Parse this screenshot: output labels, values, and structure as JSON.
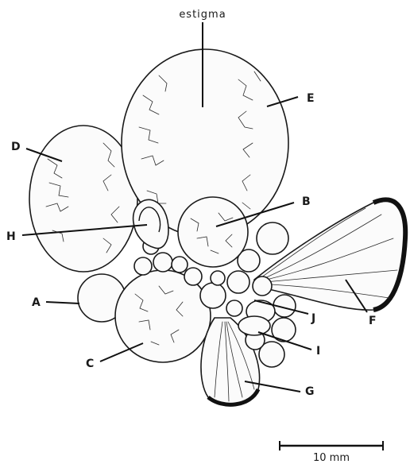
{
  "figure": {
    "stigma_label": "estigma",
    "labels": {
      "A": "A",
      "B": "B",
      "C": "C",
      "D": "D",
      "E": "E",
      "F": "F",
      "G": "G",
      "H": "H",
      "I": "I",
      "J": "J"
    },
    "scale_bar": {
      "text": "10 mm"
    }
  }
}
